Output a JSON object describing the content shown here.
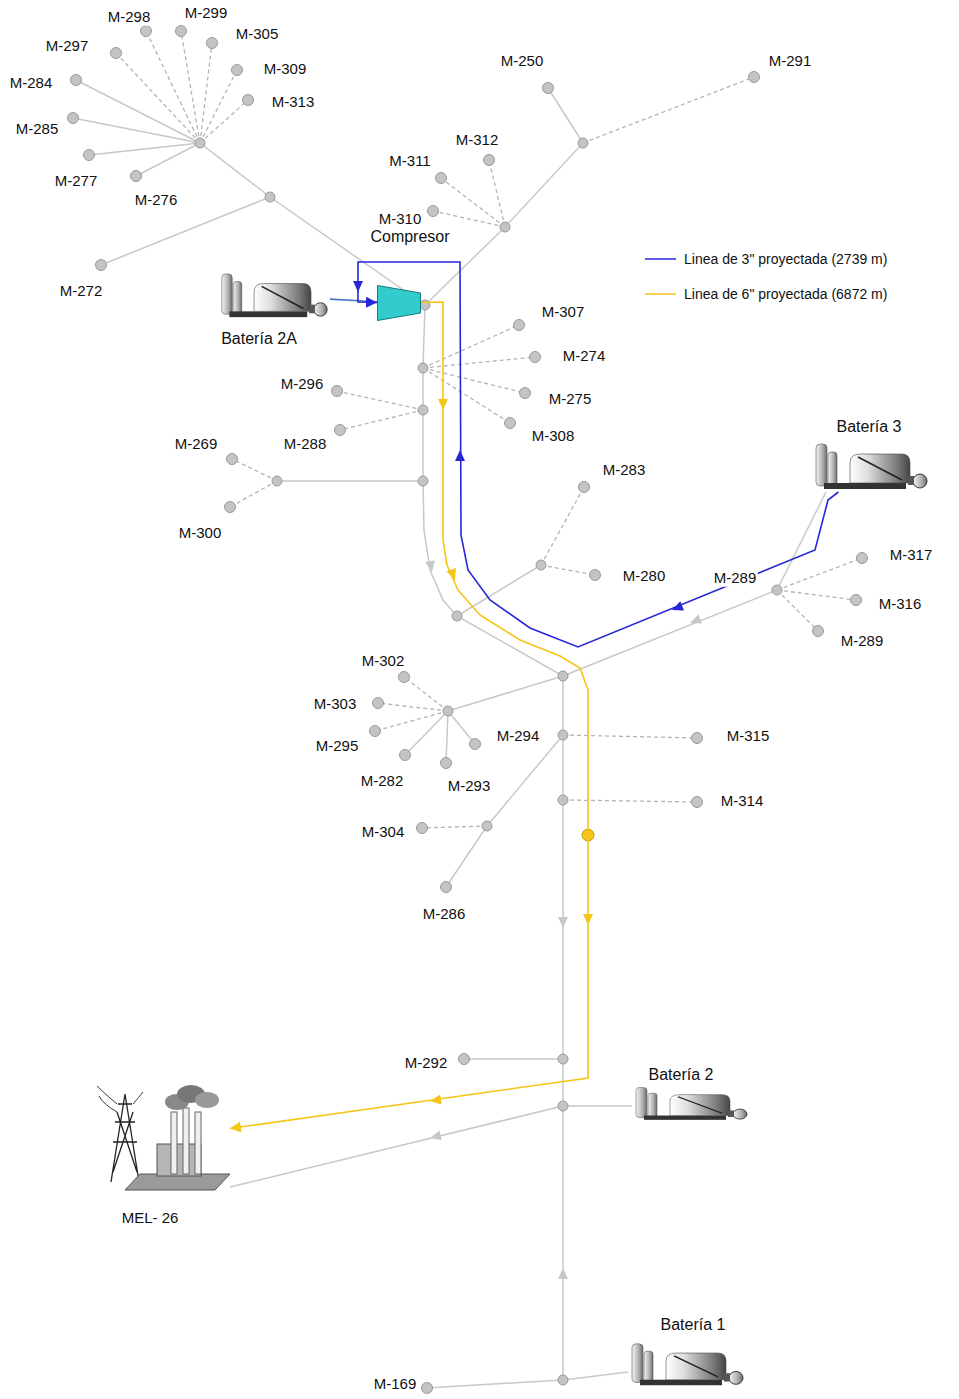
{
  "diagram": {
    "nodes": [
      {
        "text": [
          "M-298"
        ]
      },
      {
        "text": [
          "M-299"
        ]
      },
      {
        "text": [
          "M-297"
        ]
      },
      {
        "text": [
          "M-305"
        ]
      },
      {
        "text": [
          "M-250"
        ]
      },
      {
        "text": [
          "M-291"
        ]
      },
      {
        "text": [
          "M-284"
        ]
      },
      {
        "text": [
          "M-309"
        ]
      },
      {
        "text": [
          "M-313"
        ]
      },
      {
        "text": [
          "M-285"
        ]
      },
      {
        "text": [
          "M-312"
        ]
      },
      {
        "text": [
          "M-277"
        ]
      },
      {
        "text": [
          "M-311"
        ]
      },
      {
        "text": [
          "M-276"
        ]
      },
      {
        "text": [
          "M-310"
        ]
      },
      {
        "text": [
          "Compresor"
        ]
      },
      {
        "text": [
          "M-272"
        ]
      },
      {
        "text": [
          "Batería 2A"
        ]
      },
      {
        "text": [
          "M-307"
        ]
      },
      {
        "text": [
          "M-274"
        ]
      },
      {
        "text": [
          "M-296"
        ]
      },
      {
        "text": [
          "M-275"
        ]
      },
      {
        "text": [
          "M-288"
        ]
      },
      {
        "text": [
          "M-308"
        ]
      },
      {
        "text": [
          "Batería 3"
        ]
      },
      {
        "text": [
          "M-269"
        ]
      },
      {
        "text": [
          "M-283"
        ]
      },
      {
        "text": [
          "M-300"
        ]
      },
      {
        "text": [
          "M-317"
        ]
      },
      {
        "text": [
          "M-280"
        ]
      },
      {
        "text": [
          "M-316"
        ]
      },
      {
        "text": [
          "M-289"
        ]
      },
      {
        "text": [
          "M-302"
        ]
      },
      {
        "text": [
          "M-303"
        ]
      },
      {
        "text": [
          "M-294"
        ]
      },
      {
        "text": [
          "M-315"
        ]
      },
      {
        "text": [
          "M-295"
        ]
      },
      {
        "text": [
          "M-282"
        ]
      },
      {
        "text": [
          "M-293"
        ]
      },
      {
        "text": [
          "M-314"
        ]
      },
      {
        "text": [
          "M-304"
        ]
      },
      {
        "text": [
          "M-286"
        ]
      },
      {
        "text": [
          "M-292"
        ]
      },
      {
        "text": [
          "Batería 2"
        ]
      },
      {
        "text": [
          "MEL- 26"
        ]
      },
      {
        "text": [
          "Batería 1"
        ]
      },
      {
        "text": [
          "M-169"
        ]
      }
    ],
    "edges": [
      {
        "from": 17,
        "to": 15,
        "arrow": "none"
      },
      {
        "from": 24,
        "to": 15,
        "arrow": "to"
      },
      {
        "from": 15,
        "to": 44,
        "arrow": "to"
      }
    ],
    "labels": [
      "M-289"
    ],
    "legend": [
      {
        "text": "Linea de 3\" proyectada (2739 m)"
      },
      {
        "text": "Linea de 6\" proyectada (6872 m)"
      }
    ]
  }
}
